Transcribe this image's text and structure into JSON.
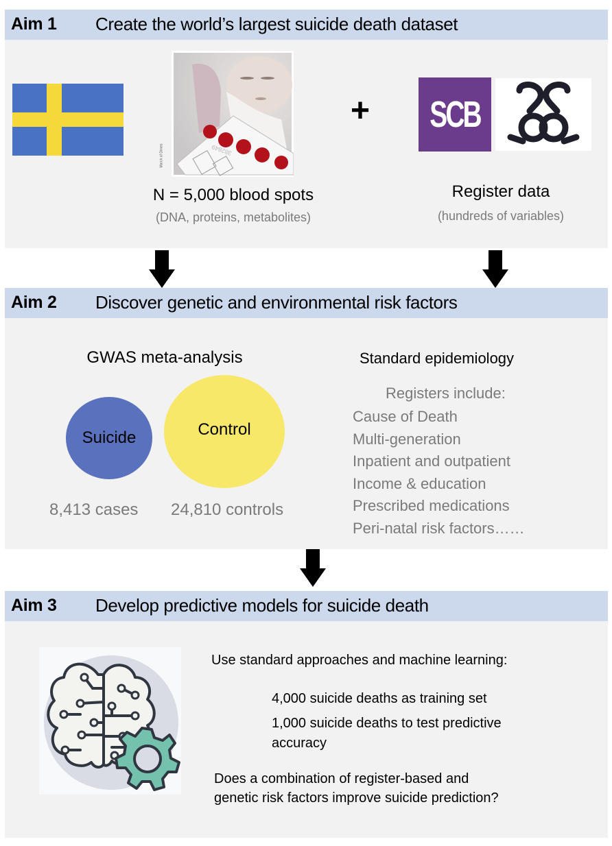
{
  "aim1": {
    "label": "Aim 1",
    "title": "Create the world’s largest suicide death dataset",
    "flag": {
      "name": "Swedish flag",
      "colors": {
        "blue": "#4a72c4",
        "yellow": "#f5d83a"
      }
    },
    "photo_caption_credit": "March of Dimes",
    "card_number": "382849",
    "blood_spots": {
      "heading": "N = 5,000 blood spots",
      "subheading": "(DNA, proteins, metabolites)"
    },
    "plus": "+",
    "logos": {
      "scb": {
        "text": "SCB",
        "color": "#6b3b8c"
      },
      "socialstyrelsen": {
        "name": "National Board of Health and Welfare logo"
      }
    },
    "register": {
      "heading": "Register data",
      "subheading": "(hundreds of variables)"
    }
  },
  "aim2": {
    "label": "Aim 2",
    "title": "Discover genetic and environmental risk factors",
    "gwas": {
      "heading": "GWAS meta-analysis",
      "suicide_circle": {
        "label": "Suicide",
        "color": "#5a72bd"
      },
      "control_circle": {
        "label": "Control",
        "color": "#f7e86a"
      },
      "cases_count": "8,413 cases",
      "controls_count": "24,810 controls"
    },
    "epi": {
      "heading": "Standard epidemiology",
      "registers_intro": "Registers include:",
      "registers": [
        "Cause of Death",
        "Multi-generation",
        "Inpatient and outpatient",
        "Income & education",
        "Prescribed medications",
        "Peri-natal risk factors……"
      ]
    }
  },
  "aim3": {
    "label": "Aim 3",
    "title": "Develop predictive models for suicide death",
    "icon": "brain-gear-icon",
    "approach": "Use standard approaches and machine learning:",
    "training": "4,000 suicide deaths as training set",
    "test_line1": "1,000 suicide deaths to test predictive",
    "test_line2": "accuracy",
    "question_line1": "Does a combination of register-based and",
    "question_line2": "genetic risk factors improve suicide prediction?"
  },
  "colors": {
    "header_bg": "#ccd9ec",
    "panel_bg": "#f2f2f2",
    "grey_text": "#7a7a7a",
    "gear_green": "#74c2ad"
  }
}
